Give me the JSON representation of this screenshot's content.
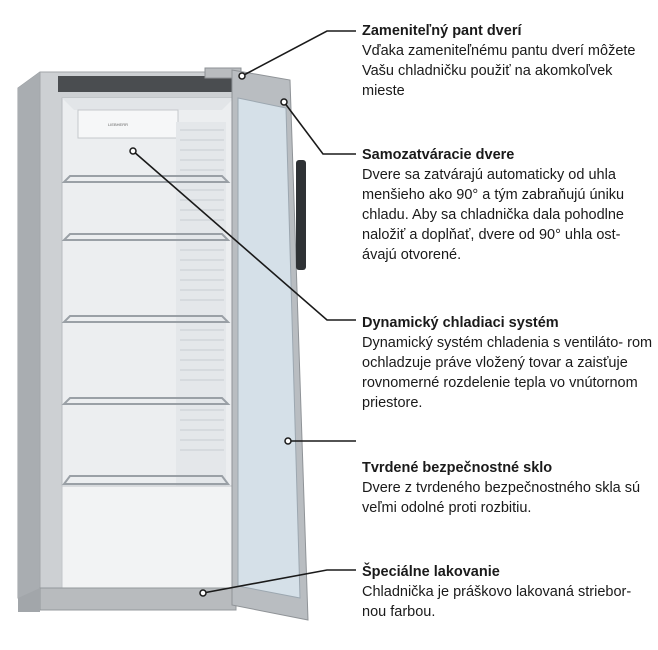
{
  "features": [
    {
      "title": "Zameniteľný pant dverí",
      "desc": "Vďaka zameniteľnému pantu dverí môžete Vašu chladničku použiť na akomkoľvek mieste"
    },
    {
      "title": "Samozatváracie dvere",
      "desc": "Dvere sa zatvárajú automaticky od uhla menšieho ako 90° a tým zabraňujú úniku chladu. Aby sa chladnička dala pohodlne naložiť a doplňať, dvere od 90° uhla ost- ávajú otvorené."
    },
    {
      "title": "Dynamický chladiaci systém",
      "desc": "Dynamický systém chladenia s ventiláto- rom ochladzuje práve vložený tovar a zaisťuje rovnomerné rozdelenie tepla vo vnútornom priestore."
    },
    {
      "title": "Tvrdené bezpečnostné sklo",
      "desc": "Dvere z tvrdeného bezpečnostného skla sú veľmi odolné proti rozbitiu."
    },
    {
      "title": "Špeciálne lakovanie",
      "desc": "Chladnička je práškovo lakovaná striebor- nou farbou."
    }
  ],
  "colors": {
    "body": "#c8cacc",
    "interior": "#eef0f2",
    "shelf": "#9aa0a6",
    "callout": "#1a1a1a",
    "text": "#1a1a1a"
  },
  "icons": {
    "fridge": "display-fridge-illustration"
  }
}
